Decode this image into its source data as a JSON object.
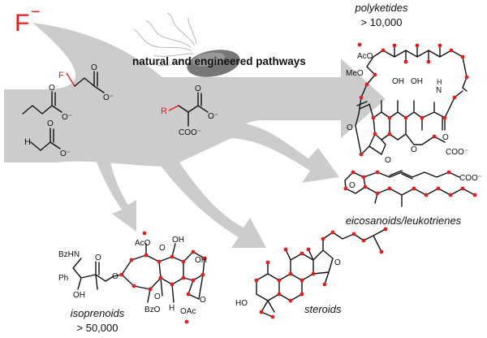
{
  "fluoride": {
    "symbol": "F",
    "charge": "−"
  },
  "pathways_label": "natural and engineered pathways",
  "groups": {
    "polyketides": {
      "name": "polyketides",
      "count": "> 10,000"
    },
    "eicosanoids": {
      "name": "eicosanoids/leukotrienes"
    },
    "steroids": {
      "name": "steroids"
    },
    "isoprenoids": {
      "name": "isoprenoids",
      "count": "> 50,000"
    }
  },
  "precursors": {
    "fluoroacetate_f": "F",
    "fluoroacetate_charge": "O⁻",
    "propionate_charge": "O⁻",
    "acetate_h": "H",
    "acetate_charge": "O⁻",
    "malonate_r": "R",
    "malonate_charge": "O⁻",
    "malonate_coo": "COO⁻"
  },
  "polyketide_labels": {
    "aco": "AcO",
    "meo": "MeO",
    "oh1": "OH",
    "oh2": "OH",
    "nh": "H",
    "n": "N",
    "o1": "O",
    "o2": "O",
    "o3": "O",
    "o4": "O",
    "coo": "COO⁻"
  },
  "eicosanoid_labels": {
    "o": "O",
    "coo": "COO⁻"
  },
  "isoprenoid_labels": {
    "bzhn": "BzHN",
    "ph": "Ph",
    "oh_a": "OH",
    "o_a": "O",
    "aco": "AcO",
    "o_b": "O",
    "oh_b": "OH",
    "h": "H",
    "oh_c": "OH",
    "bzo": "BzO",
    "oac": "OAc",
    "o_c": "O",
    "o_d": "O",
    "o_e": "O"
  },
  "steroid_labels": {
    "ho": "HO",
    "o": "O"
  },
  "colors": {
    "arrow": "#cccccc",
    "red": "#e41e1e",
    "ink": "#111111"
  }
}
